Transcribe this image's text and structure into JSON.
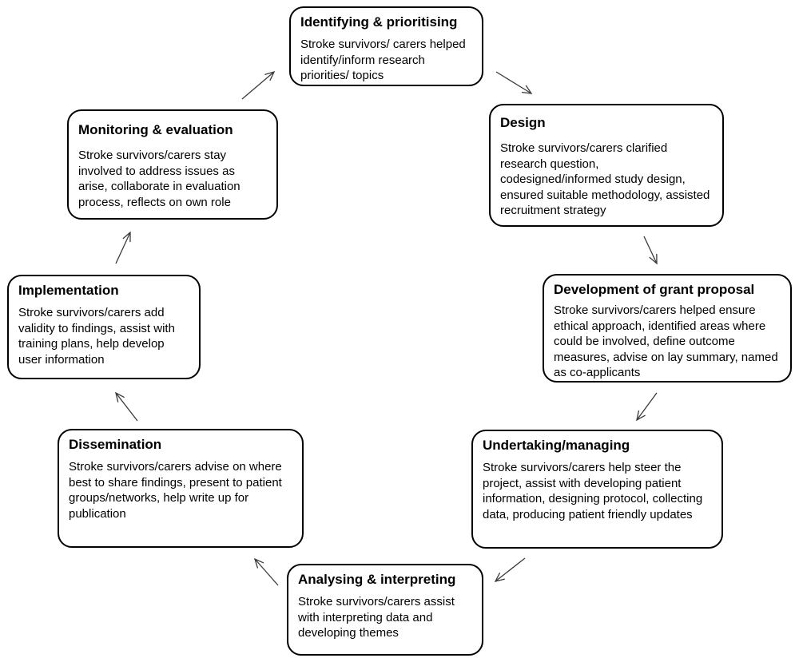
{
  "stages": {
    "identifying": {
      "title": "Identifying & prioritising",
      "description": "Stroke survivors/ carers helped identify/inform research priorities/ topics"
    },
    "design": {
      "title": "Design",
      "description": "Stroke survivors/carers clarified research question, codesigned/informed study design, ensured suitable methodology, assisted recruitment strategy"
    },
    "grant": {
      "title": "Development of grant proposal",
      "description": "Stroke survivors/carers helped ensure ethical approach, identified areas where could be involved, define outcome measures, advise on lay summary, named as co-applicants"
    },
    "undertaking": {
      "title": "Undertaking/managing",
      "description": "Stroke survivors/carers help steer the project, assist with developing patient information, designing protocol, collecting data, producing patient friendly updates"
    },
    "analysing": {
      "title": "Analysing & interpreting",
      "description": "Stroke survivors/carers assist with interpreting data and developing themes"
    },
    "dissemination": {
      "title": "Dissemination",
      "description": "Stroke survivors/carers advise on where best to share findings, present to patient groups/networks, help write up for publication"
    },
    "implementation": {
      "title": "Implementation",
      "description": "Stroke survivors/carers add validity to findings, assist with training plans, help develop user information"
    },
    "monitoring": {
      "title": "Monitoring & evaluation",
      "description": "Stroke survivors/carers stay involved to address issues as arise, collaborate in evaluation process, reflects on own role"
    }
  },
  "colors": {
    "border": "#000000",
    "background": "#ffffff",
    "arrow": "#3a3a3a"
  }
}
